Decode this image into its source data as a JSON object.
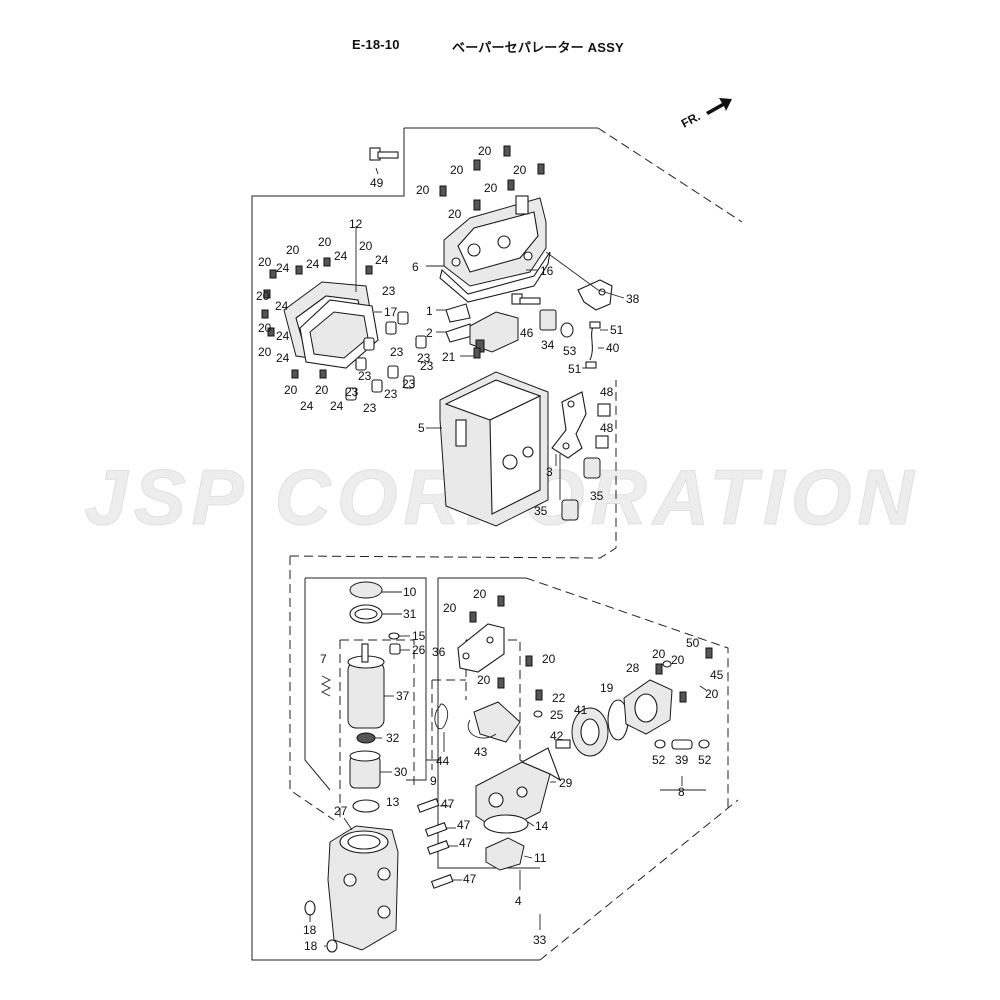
{
  "header": {
    "diagram_code": "E-18-10",
    "title": "ベーパーセパレーター ASSY"
  },
  "orientation": {
    "label": "FR."
  },
  "watermark": {
    "text": "JSP CORPORATION"
  },
  "callouts": {
    "c49": "49",
    "c20": "20",
    "c24": "24",
    "c23": "23",
    "c12": "12",
    "c17": "17",
    "c6": "6",
    "c16": "16",
    "c38": "38",
    "c1": "1",
    "c2": "2",
    "c21": "21",
    "c46": "46",
    "c34": "34",
    "c53": "53",
    "c51": "51",
    "c40": "40",
    "c5": "5",
    "c48": "48",
    "c3": "3",
    "c35": "35",
    "c10": "10",
    "c31": "31",
    "c15": "15",
    "c26": "26",
    "c7": "7",
    "c37": "37",
    "c32": "32",
    "c30": "30",
    "c9": "9",
    "c13": "13",
    "c27": "27",
    "c47": "47",
    "c18": "18",
    "c33": "33",
    "c36": "36",
    "c44": "44",
    "c43": "43",
    "c22": "22",
    "c25": "25",
    "c41": "41",
    "c42": "42",
    "c29": "29",
    "c14": "14",
    "c11": "11",
    "c4": "4",
    "c19": "19",
    "c28": "28",
    "c50": "50",
    "c45": "45",
    "c52": "52",
    "c39": "39",
    "c8": "8"
  }
}
